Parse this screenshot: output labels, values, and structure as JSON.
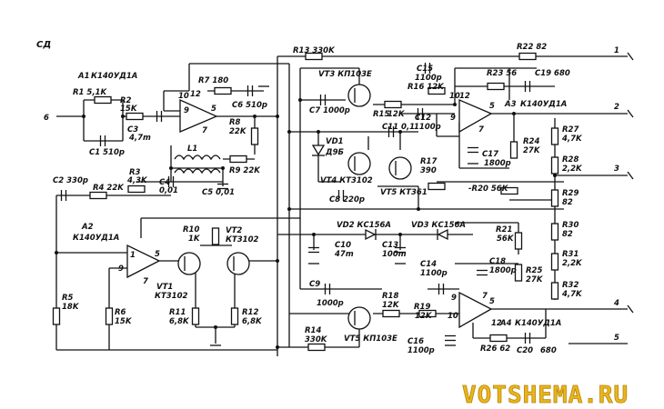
{
  "title": "СД",
  "terminals": [
    "1",
    "2",
    "3",
    "4",
    "5",
    "6"
  ],
  "opamps": {
    "a1": {
      "ref": "A1",
      "type": "К140УД1А",
      "pins": {
        "p10": "10",
        "p12": "12",
        "p9": "9",
        "p5": "5",
        "p7": "7"
      }
    },
    "a2": {
      "ref": "A2",
      "type": "К140УД1А",
      "pins": {
        "p1": "1",
        "p9": "9",
        "p5": "5",
        "p7": "7"
      }
    },
    "a3": {
      "ref": "A3",
      "type": "К140УД1А",
      "pins": {
        "p10": "10",
        "p12": "12",
        "p9": "9",
        "p5": "5",
        "p7": "7"
      }
    },
    "a4": {
      "ref": "A4",
      "type": "К140УД1А",
      "pins": {
        "p9": "9",
        "p10": "10",
        "p12": "12",
        "p5": "5",
        "p7": "7"
      }
    }
  },
  "resistors": {
    "r1": "R1 5,1K",
    "r2": "R2",
    "r2v": "15K",
    "r3": "R3",
    "r3v": "4,3K",
    "r4": "R4 22K",
    "r5": "R5",
    "r5v": "18K",
    "r6": "R6",
    "r6v": "15K",
    "r7": "R7 180",
    "r8": "R8",
    "r8v": "22K",
    "r9": "R9 22K",
    "r10": "R10",
    "r10v": "1K",
    "r11": "R11",
    "r11v": "6,8K",
    "r12": "R12",
    "r12v": "6,8K",
    "r13": "R13 330K",
    "r14": "R14",
    "r14v": "330K",
    "r15": "R15",
    "r15v": "12K",
    "r16": "R16 12K",
    "r17": "R17",
    "r17v": "390",
    "r18": "R18",
    "r18v": "12K",
    "r19": "R19",
    "r19v": "12K",
    "r20": "-R20 56K",
    "r21": "R21",
    "r21v": "56K",
    "r22": "R22 82",
    "r23": "R23 56",
    "r24": "R24",
    "r24v": "27K",
    "r25": "R25",
    "r25v": "27K",
    "r26": "R26 62",
    "r27": "R27",
    "r27v": "4,7K",
    "r28": "R28",
    "r28v": "2,2K",
    "r29": "R29",
    "r29v": "82",
    "r30": "R30",
    "r30v": "82",
    "r31": "R31",
    "r31v": "2,2K",
    "r32": "R32",
    "r32v": "4,7K"
  },
  "capacitors": {
    "c1": "C1 510p",
    "c2": "C2 330p",
    "c3": "C3",
    "c3v": "4,7m",
    "c4": "C4",
    "c4v": "0,01",
    "c5": "C5 0,01",
    "c6": "C6 510p",
    "c7": "C7 1000p",
    "c8": "C8 220p",
    "c9": "C9",
    "c9v": "1000p",
    "c10": "C10",
    "c10v": "47m",
    "c11": "C11 0,1",
    "c12": "C12",
    "c12v": "1100p",
    "c13": "C13",
    "c13v": "100m",
    "c14": "C14",
    "c14v": "1100p",
    "c15": "C15",
    "c15v": "1100p",
    "c16": "C16",
    "c16v": "1100p",
    "c17": "C17",
    "c17v": "1800p",
    "c18": "C18",
    "c18v": "1800p",
    "c19": "C19 680",
    "c20": "C20",
    "c20v": "680"
  },
  "transistors": {
    "vt1": "VT1",
    "vt1t": "КТ3102",
    "vt2": "VT2",
    "vt2t": "КТ3102",
    "vt3": "VT3 КП103Е",
    "vt4": "VT4 КТ3102",
    "vt5a": "VT5 КТ361",
    "vt5b": "VT5 КП103Е"
  },
  "diodes": {
    "vd1": "VD1",
    "vd1t": "Д9Б",
    "vd2": "VD2 КС156А",
    "vd3": "VD3 КС156А"
  },
  "inductor": "L1",
  "watermark": "VOTSHEMA.RU"
}
